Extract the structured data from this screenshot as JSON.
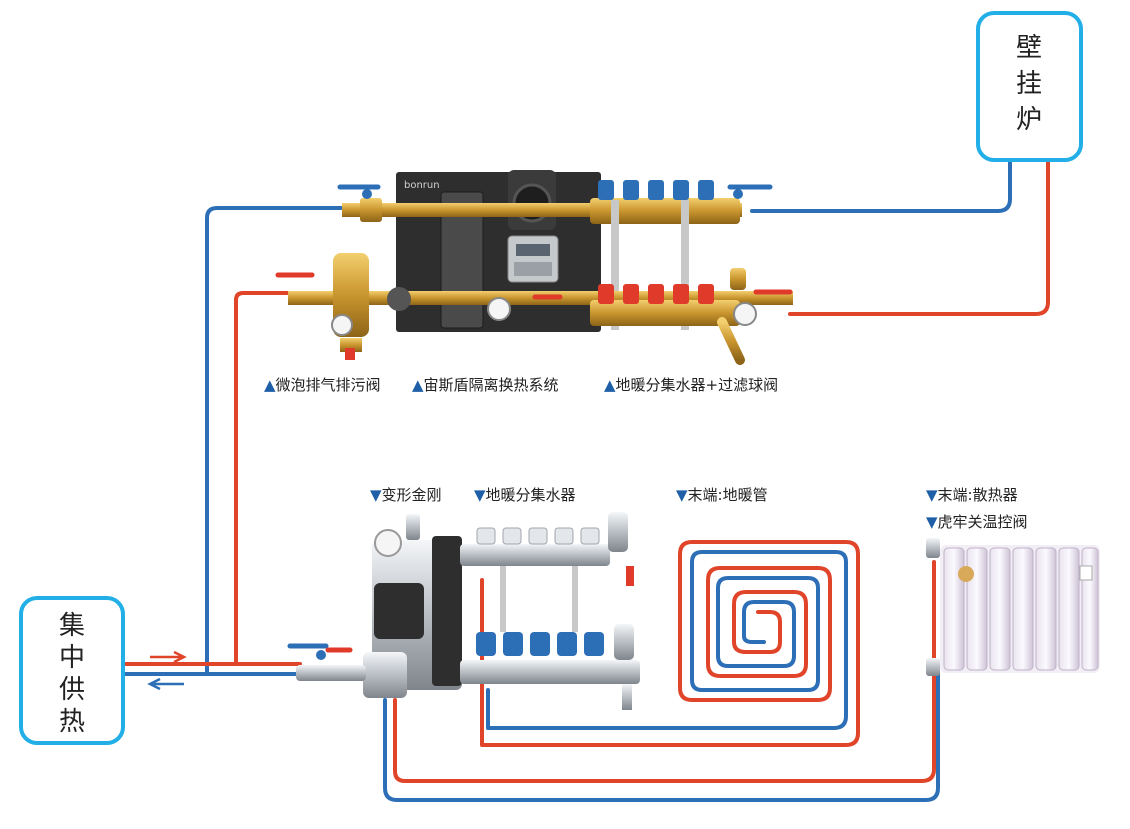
{
  "sources": {
    "wall_boiler": {
      "chars": [
        "壁",
        "挂",
        "炉"
      ]
    },
    "central_heating": {
      "chars": [
        "集",
        "中",
        "供",
        "热"
      ]
    }
  },
  "brand_mark": "bonrun",
  "top_captions": [
    {
      "marker": "▲",
      "text": "微泡排气排污阀"
    },
    {
      "marker": "▲",
      "text": "宙斯盾隔离换热系统"
    },
    {
      "marker": "▲",
      "text": "地暖分集水器+过滤球阀"
    }
  ],
  "bottom_captions": {
    "mixer": {
      "marker": "▼",
      "text": "变形金刚"
    },
    "manifold": {
      "marker": "▼",
      "text": "地暖分集水器"
    },
    "floor_pipe": {
      "marker": "▼",
      "text": "末端:地暖管"
    },
    "radiator": {
      "marker": "▼",
      "text": "末端:散热器"
    },
    "valve": {
      "marker": "▼",
      "text": "虎牢关温控阀"
    }
  },
  "colors": {
    "supply": "#e0452a",
    "return": "#2d6fb7",
    "box_border": "#22aee6",
    "brass": "#d4a23c",
    "panel": "#2e2e2e",
    "chrome": "#cfd3d8"
  }
}
